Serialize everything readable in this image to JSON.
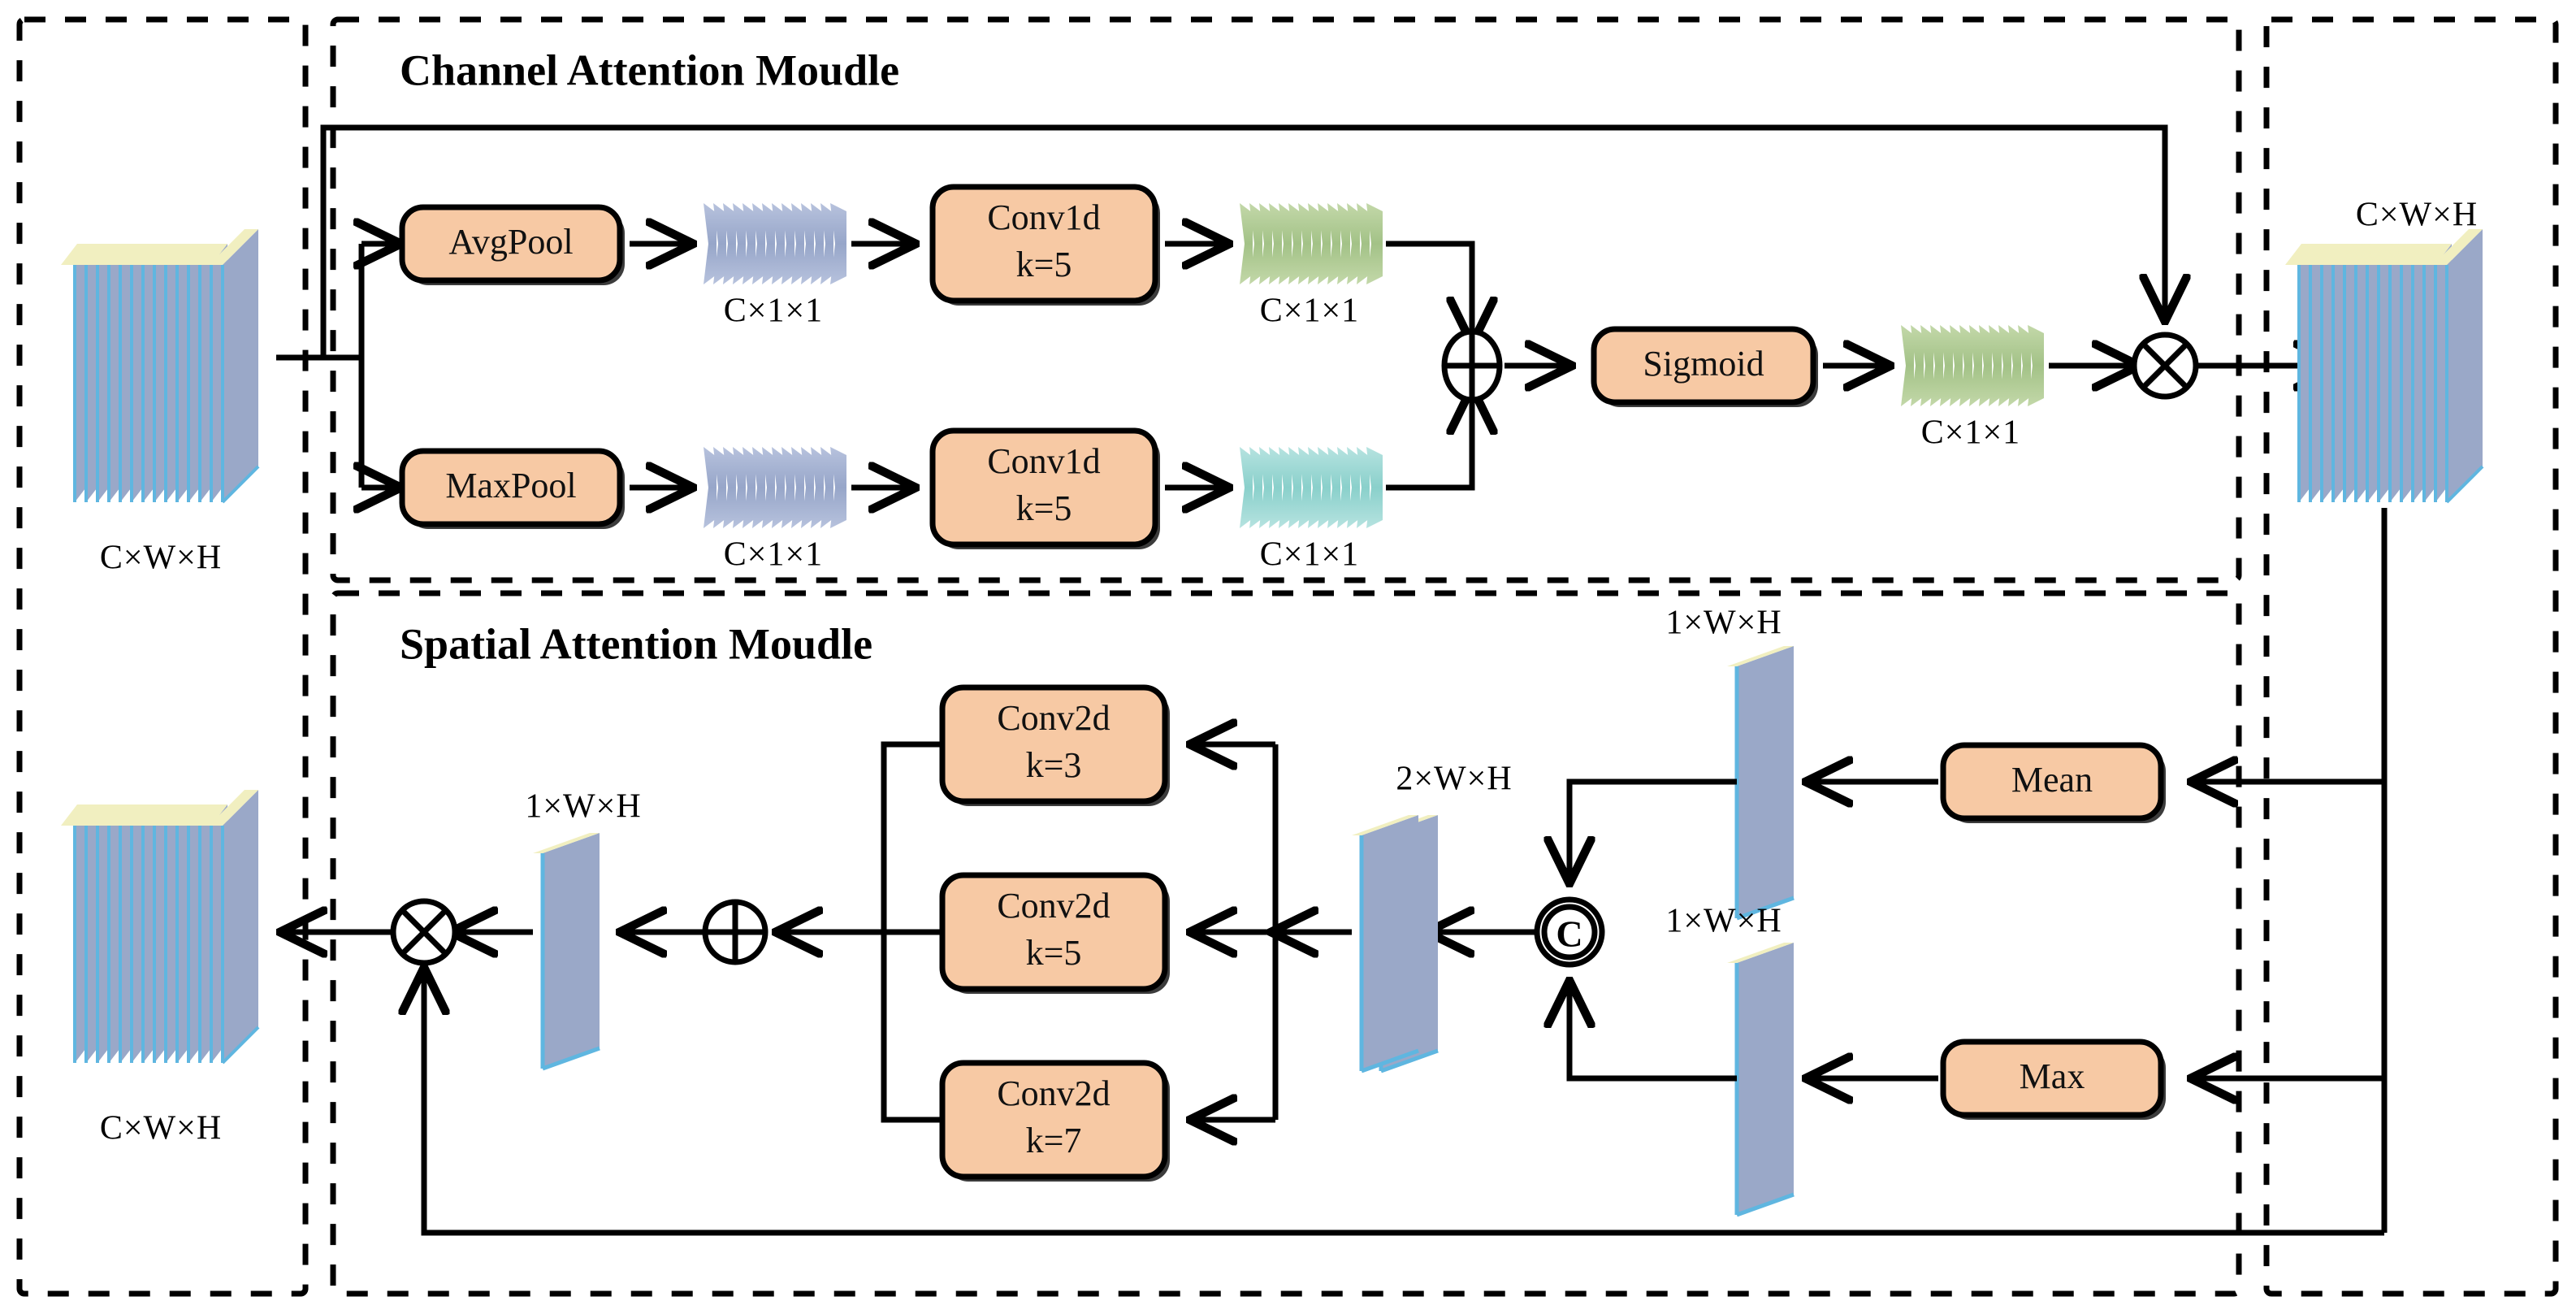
{
  "figure": {
    "title": "CBAM-style Channel and Spatial Attention Module diagram",
    "background": "#ffffff"
  },
  "colors": {
    "box_fill": "#f7c9a4",
    "box_stroke": "#000000",
    "tensor_blue": "#9aa8c8",
    "tensor_blue_edge": "#5fb6e0",
    "tensor_green": "#a8c48a",
    "tensor_teal": "#8fd2cd",
    "tensor_yellow_edge": "#f2f0c0",
    "wire": "#000000"
  },
  "modules": [
    {
      "id": "channel",
      "title": "Channel Attention Moudle"
    },
    {
      "id": "spatial",
      "title": "Spatial Attention Moudle"
    }
  ],
  "channel": {
    "title": "Channel Attention Moudle",
    "input_label": "C×W×H",
    "output_label": "C×W×H",
    "avgpool": {
      "label": "AvgPool",
      "out_dim": "C×1×1"
    },
    "maxpool": {
      "label": "MaxPool",
      "out_dim": "C×1×1"
    },
    "conv1d_top": {
      "line1": "Conv1d",
      "line2": "k=5",
      "out_dim": "C×1×1"
    },
    "conv1d_bottom": {
      "line1": "Conv1d",
      "line2": "k=5",
      "out_dim": "C×1×1"
    },
    "add_op": "⊕",
    "sigmoid": {
      "label": "Sigmoid",
      "out_dim": "C×1×1"
    },
    "mul_op": "⊗"
  },
  "spatial": {
    "title": "Spatial Attention Moudle",
    "mean": {
      "label": "Mean",
      "out_dim": "1×W×H"
    },
    "max": {
      "label": "Max",
      "out_dim": "1×W×H"
    },
    "concat_op": "C",
    "concat_out_dim": "2×W×H",
    "conv2d_k3": {
      "line1": "Conv2d",
      "line2": "k=3"
    },
    "conv2d_k5": {
      "line1": "Conv2d",
      "line2": "k=5"
    },
    "conv2d_k7": {
      "line1": "Conv2d",
      "line2": "k=7"
    },
    "add_op": "⊕",
    "attention_map_dim": "1×W×H",
    "mul_op": "⊗",
    "output_label": "C×W×H"
  },
  "icons": {
    "tensor_stack": "tensor-stack-icon",
    "tensor_comb": "tensor-comb-icon",
    "tensor_plane": "tensor-plane-icon",
    "plus_circle": "plus-circle-icon",
    "times_circle": "times-circle-icon",
    "concat_circle": "concat-circle-icon",
    "arrow": "arrow-icon"
  }
}
